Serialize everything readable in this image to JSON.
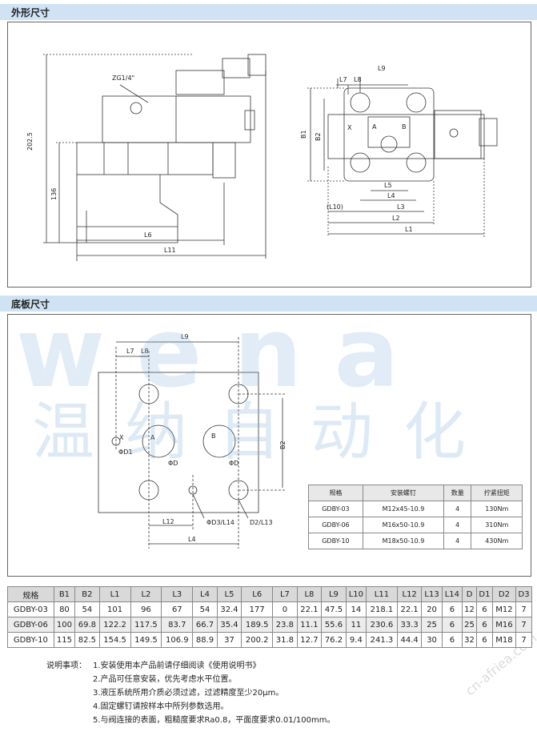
{
  "sections": {
    "outline_title": "外形尺寸",
    "base_title": "底板尺寸"
  },
  "outline_labels": {
    "zg": "ZG1/4\"",
    "h_total": "202.5",
    "h_lower": "136",
    "L6": "L6",
    "L11": "L11",
    "L7": "L7",
    "L8": "L8",
    "L9": "L9",
    "B1": "B1",
    "B2": "B2",
    "L5": "L5",
    "L4": "L4",
    "L10": "(L10)",
    "L3": "L3",
    "L2": "L2",
    "L1": "L1",
    "X": "X",
    "A": "A",
    "B": "B"
  },
  "base_labels": {
    "L9": "L9",
    "L7": "L7",
    "L8": "L8",
    "B2": "B2",
    "X": "X",
    "D1": "ΦD1",
    "A": "A",
    "B": "B",
    "DA": "ΦD",
    "DB": "ΦD",
    "D3L14": "ΦD3/L14",
    "D2L13": "D2/L13",
    "L12": "L12",
    "L4": "L4"
  },
  "watermark": {
    "latin": "wena",
    "cn": "温纳自动化",
    "url": "cn-afriea.com"
  },
  "bolt_table": {
    "headers": [
      "规格",
      "安装螺钉",
      "数量",
      "拧紧扭矩"
    ],
    "rows": [
      [
        "GDBY-03",
        "M12x45-10.9",
        "4",
        "130Nm"
      ],
      [
        "GDBY-06",
        "M16x50-10.9",
        "4",
        "310Nm"
      ],
      [
        "GDBY-10",
        "M18x50-10.9",
        "4",
        "430Nm"
      ]
    ]
  },
  "dim_table": {
    "headers": [
      "规格",
      "B1",
      "B2",
      "L1",
      "L2",
      "L3",
      "L4",
      "L5",
      "L6",
      "L7",
      "L8",
      "L9",
      "L10",
      "L11",
      "L12",
      "L13",
      "L14",
      "D",
      "D1",
      "D2",
      "D3"
    ],
    "rows": [
      [
        "GDBY-03",
        "80",
        "54",
        "101",
        "96",
        "67",
        "54",
        "32.4",
        "177",
        "0",
        "22.1",
        "47.5",
        "14",
        "218.1",
        "22.1",
        "20",
        "6",
        "12",
        "6",
        "M12",
        "7"
      ],
      [
        "GDBY-06",
        "100",
        "69.8",
        "122.2",
        "117.5",
        "83.7",
        "66.7",
        "35.4",
        "189.5",
        "23.8",
        "11.1",
        "55.6",
        "11",
        "230.6",
        "33.3",
        "25",
        "6",
        "25",
        "6",
        "M16",
        "7"
      ],
      [
        "GDBY-10",
        "115",
        "82.5",
        "154.5",
        "149.5",
        "106.9",
        "88.9",
        "37",
        "200.2",
        "31.8",
        "12.7",
        "76.2",
        "9.4",
        "241.3",
        "44.4",
        "30",
        "6",
        "32",
        "6",
        "M18",
        "7"
      ]
    ]
  },
  "notes": {
    "head": "说明事项：",
    "items": [
      "1.安装使用本产品前请仔细阅读《使用说明书》",
      "2.产品可任意安装，优先考虑水平位置。",
      "3.液压系统所用介质必须过滤，过滤精度至少20μm。",
      "4.固定螺钉请按样本中所列参数选用。",
      "5.与阀连接的表面，粗糙度要求Ra0.8，平面度要求0.01/100mm。"
    ]
  }
}
